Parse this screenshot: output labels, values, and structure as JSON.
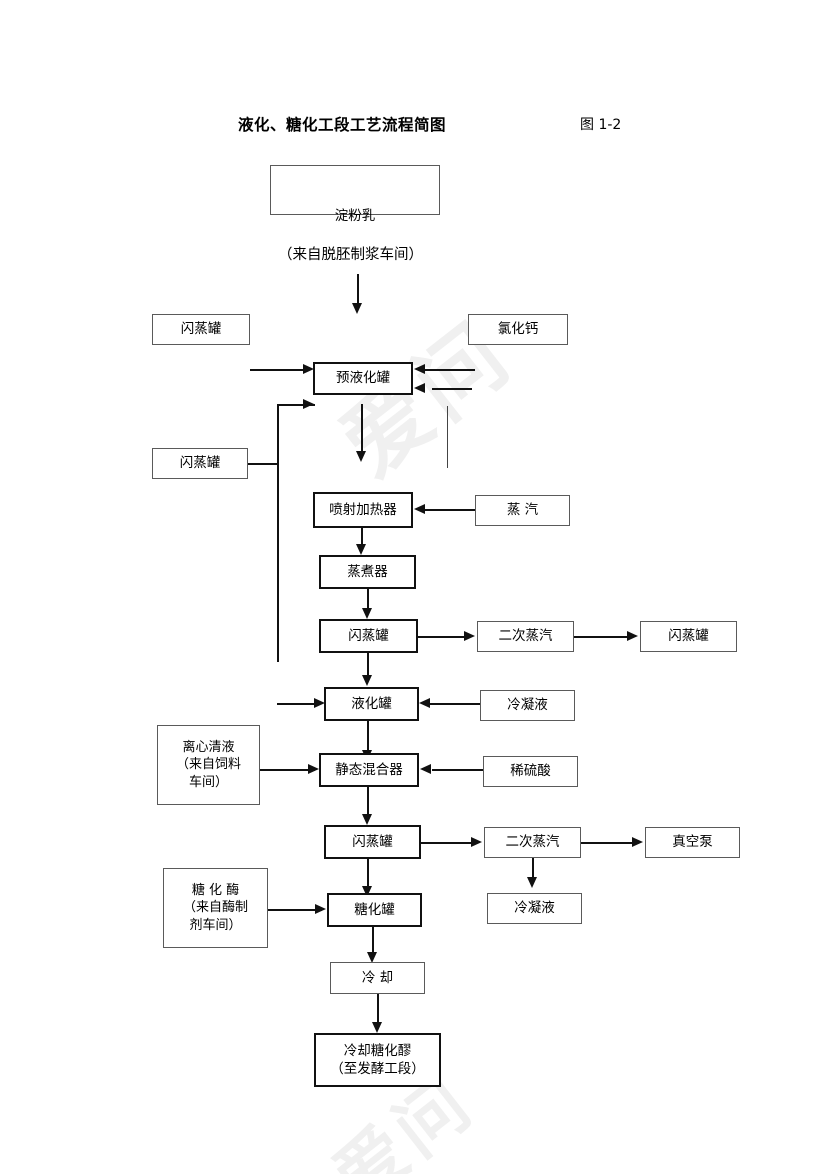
{
  "document": {
    "title": "液化、糖化工段工艺流程简图",
    "figure_number": "图 1-2",
    "watermark": "爱问"
  },
  "labels": {
    "source_note": "（来自脱胚制浆车间）"
  },
  "nodes": {
    "starch_milk": "淀粉乳",
    "flash_tank_1": "闪蒸罐",
    "calcium_chloride": "氯化钙",
    "pre_liquefaction_tank": "预液化罐",
    "flash_tank_2": "闪蒸罐",
    "jet_heater": "喷射加热器",
    "steam": "蒸  汽",
    "cooker": "蒸煮器",
    "flash_tank_3": "闪蒸罐",
    "secondary_steam_1": "二次蒸汽",
    "flash_tank_4": "闪蒸罐",
    "liquefaction_tank": "液化罐",
    "condensate_1": "冷凝液",
    "centrifugal_clear_liquid": "离心清液\n（来自饲料\n车间）",
    "static_mixer": "静态混合器",
    "dilute_sulfuric_acid": "稀硫酸",
    "flash_tank_5": "闪蒸罐",
    "secondary_steam_2": "二次蒸汽",
    "vacuum_pump": "真空泵",
    "condensate_2": "冷凝液",
    "saccharifying_enzyme": "糖 化 酶\n（来自酶制\n剂车间）",
    "saccharification_tank": "糖化罐",
    "cooling": "冷  却",
    "cooled_mash": "冷却糖化醪\n（至发酵工段）"
  },
  "colors": {
    "line": "#111111",
    "box_border": "#5a5a5a",
    "background": "#ffffff",
    "watermark": "#f0f0f0"
  }
}
